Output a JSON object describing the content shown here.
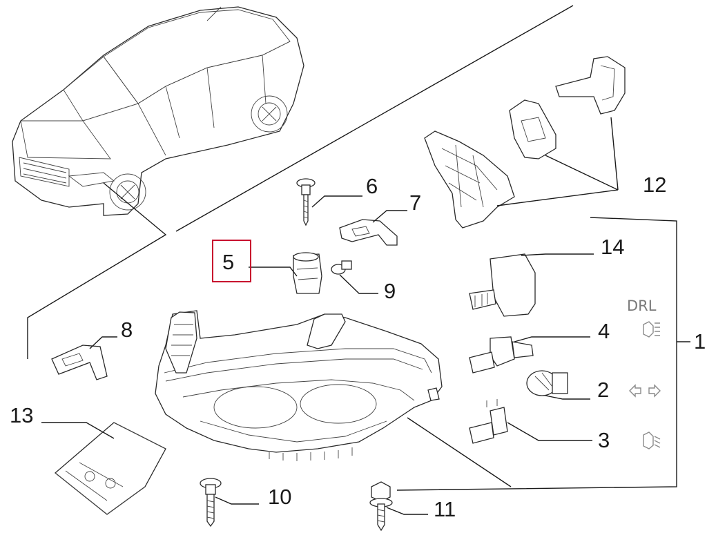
{
  "callouts": {
    "c1": "1",
    "c2": "2",
    "c3": "3",
    "c4": "4",
    "c5": "5",
    "c6": "6",
    "c7": "7",
    "c8": "8",
    "c9": "9",
    "c10": "10",
    "c11": "11",
    "c12": "12",
    "c13": "13",
    "c14": "14"
  },
  "symbols": {
    "drl_label": "DRL"
  },
  "colors": {
    "highlight": "#c8102e",
    "symbol_gray": "#8a8a8a"
  },
  "highlighted_callout": "5"
}
